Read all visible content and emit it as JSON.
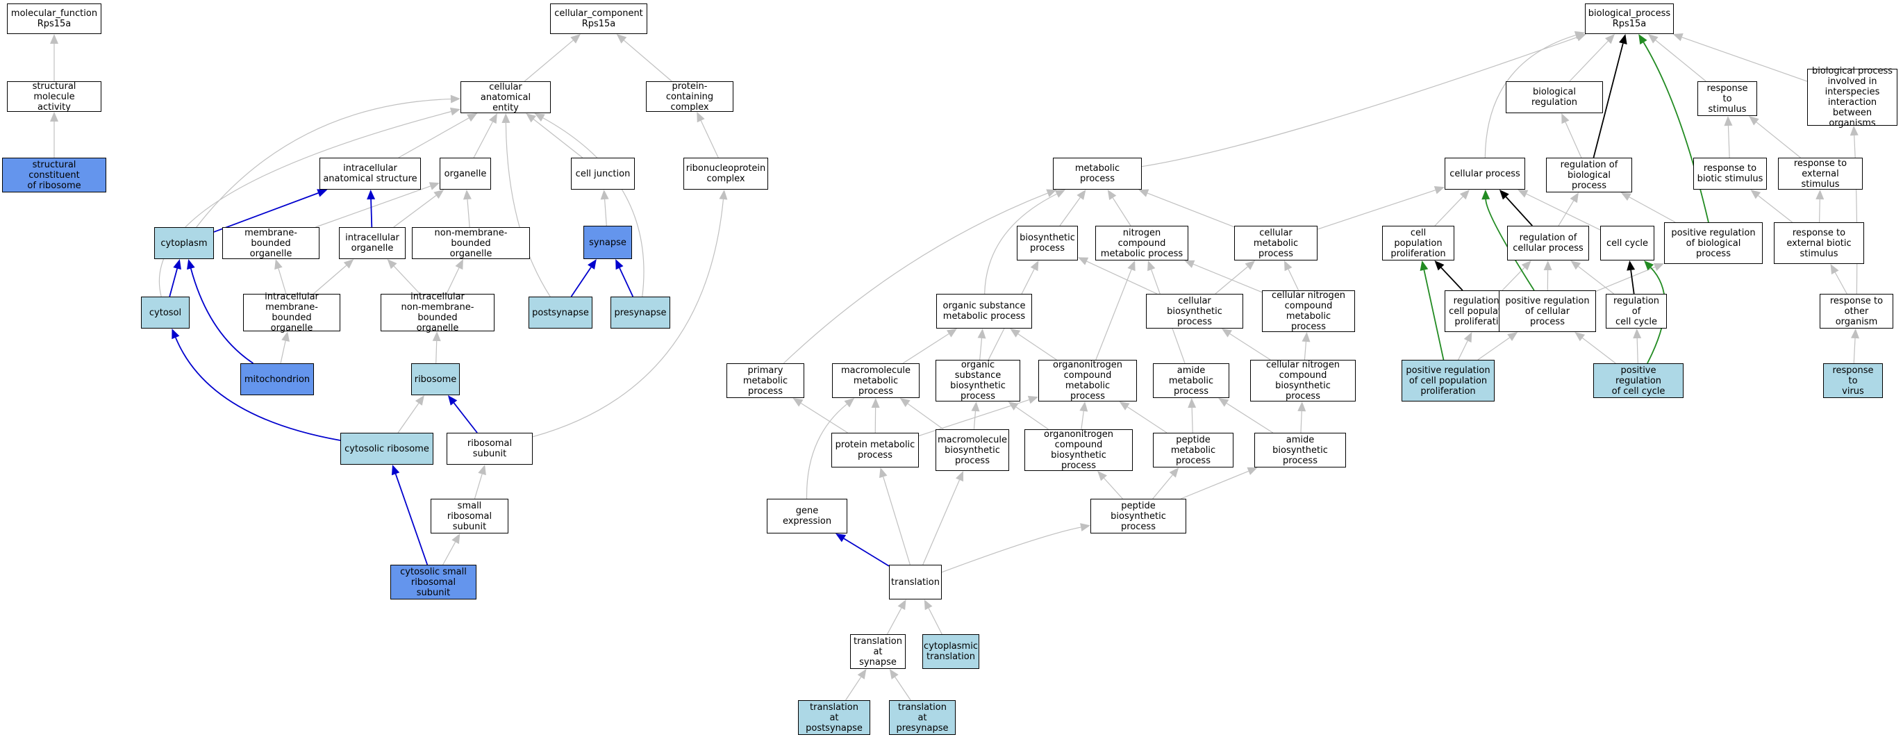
{
  "colors": {
    "default_fill": "#ffffff",
    "light_fill": "#add8e6",
    "dark_fill": "#6495ed",
    "edge_gray": "#c0c0c0",
    "edge_blue": "#0000cd",
    "edge_black": "#000000",
    "edge_green": "#228b22"
  },
  "nodes": [
    {
      "id": "mf",
      "label": "molecular_function\nRps15a",
      "fill": "default"
    },
    {
      "id": "sma",
      "label": "structural molecule\nactivity",
      "fill": "default"
    },
    {
      "id": "scr",
      "label": "structural constituent\nof ribosome",
      "fill": "dark"
    },
    {
      "id": "cc",
      "label": "cellular_component\nRps15a",
      "fill": "default"
    },
    {
      "id": "cae",
      "label": "cellular anatomical\nentity",
      "fill": "default"
    },
    {
      "id": "pcc",
      "label": "protein-containing\ncomplex",
      "fill": "default"
    },
    {
      "id": "ias",
      "label": "intracellular\nanatomical structure",
      "fill": "default"
    },
    {
      "id": "org",
      "label": "organelle",
      "fill": "default"
    },
    {
      "id": "cj",
      "label": "cell junction",
      "fill": "default"
    },
    {
      "id": "rnpc",
      "label": "ribonucleoprotein\ncomplex",
      "fill": "default"
    },
    {
      "id": "cyto",
      "label": "cytoplasm",
      "fill": "light"
    },
    {
      "id": "mbo",
      "label": "membrane-bounded\norganelle",
      "fill": "default"
    },
    {
      "id": "io",
      "label": "intracellular\norganelle",
      "fill": "default"
    },
    {
      "id": "nmbo",
      "label": "non-membrane-bounded\norganelle",
      "fill": "default"
    },
    {
      "id": "syn",
      "label": "synapse",
      "fill": "dark"
    },
    {
      "id": "cytosol",
      "label": "cytosol",
      "fill": "light"
    },
    {
      "id": "imbo",
      "label": "intracellular\nmembrane-bounded\norganelle",
      "fill": "default"
    },
    {
      "id": "inmbo",
      "label": "intracellular\nnon-membrane-bounded\norganelle",
      "fill": "default"
    },
    {
      "id": "post",
      "label": "postsynapse",
      "fill": "light"
    },
    {
      "id": "pre",
      "label": "presynapse",
      "fill": "light"
    },
    {
      "id": "mito",
      "label": "mitochondrion",
      "fill": "dark"
    },
    {
      "id": "ribo",
      "label": "ribosome",
      "fill": "light"
    },
    {
      "id": "cribo",
      "label": "cytosolic ribosome",
      "fill": "light"
    },
    {
      "id": "rsu",
      "label": "ribosomal subunit",
      "fill": "default"
    },
    {
      "id": "srsu",
      "label": "small ribosomal\nsubunit",
      "fill": "default"
    },
    {
      "id": "csrsu",
      "label": "cytosolic small\nribosomal subunit",
      "fill": "dark"
    },
    {
      "id": "bp",
      "label": "biological_process\nRps15a",
      "fill": "default"
    },
    {
      "id": "breg",
      "label": "biological regulation",
      "fill": "default"
    },
    {
      "id": "rts",
      "label": "response to\nstimulus",
      "fill": "default"
    },
    {
      "id": "bpii",
      "label": "biological process\ninvolved in\ninterspecies\ninteraction\nbetween organisms",
      "fill": "default"
    },
    {
      "id": "mp",
      "label": "metabolic process",
      "fill": "default"
    },
    {
      "id": "cp",
      "label": "cellular process",
      "fill": "default"
    },
    {
      "id": "robp",
      "label": "regulation of\nbiological process",
      "fill": "default"
    },
    {
      "id": "rtbs",
      "label": "response to\nbiotic stimulus",
      "fill": "default"
    },
    {
      "id": "rtes",
      "label": "response to\nexternal stimulus",
      "fill": "default"
    },
    {
      "id": "bsp",
      "label": "biosynthetic\nprocess",
      "fill": "default"
    },
    {
      "id": "ncmp",
      "label": "nitrogen compound\nmetabolic process",
      "fill": "default"
    },
    {
      "id": "cmp",
      "label": "cellular metabolic\nprocess",
      "fill": "default"
    },
    {
      "id": "cpp",
      "label": "cell population\nproliferation",
      "fill": "default"
    },
    {
      "id": "rocp",
      "label": "regulation of\ncellular process",
      "fill": "default"
    },
    {
      "id": "cc2",
      "label": "cell cycle",
      "fill": "default"
    },
    {
      "id": "prbp",
      "label": "positive regulation\nof biological\nprocess",
      "fill": "default"
    },
    {
      "id": "rtebs",
      "label": "response to\nexternal biotic\nstimulus",
      "fill": "default"
    },
    {
      "id": "osmp",
      "label": "organic substance\nmetabolic process",
      "fill": "default"
    },
    {
      "id": "cbp",
      "label": "cellular biosynthetic\nprocess",
      "fill": "default"
    },
    {
      "id": "cncmp",
      "label": "cellular nitrogen\ncompound metabolic\nprocess",
      "fill": "default"
    },
    {
      "id": "rocpp",
      "label": "regulation of\ncell population\nproliferation",
      "fill": "default"
    },
    {
      "id": "prcp",
      "label": "positive regulation\nof cellular\nprocess",
      "fill": "default"
    },
    {
      "id": "rocc",
      "label": "regulation of\ncell cycle",
      "fill": "default"
    },
    {
      "id": "rtoo",
      "label": "response to\nother organism",
      "fill": "default"
    },
    {
      "id": "pmp",
      "label": "primary metabolic\nprocess",
      "fill": "default"
    },
    {
      "id": "mmp",
      "label": "macromolecule\nmetabolic process",
      "fill": "default"
    },
    {
      "id": "osbp",
      "label": "organic substance\nbiosynthetic\nprocess",
      "fill": "default"
    },
    {
      "id": "oncmp",
      "label": "organonitrogen\ncompound metabolic\nprocess",
      "fill": "default"
    },
    {
      "id": "amp",
      "label": "amide metabolic\nprocess",
      "fill": "default"
    },
    {
      "id": "cncbp",
      "label": "cellular nitrogen\ncompound biosynthetic\nprocess",
      "fill": "default"
    },
    {
      "id": "prcpp",
      "label": "positive regulation\nof cell population\nproliferation",
      "fill": "light"
    },
    {
      "id": "prcc",
      "label": "positive regulation\nof cell cycle",
      "fill": "light"
    },
    {
      "id": "rtv",
      "label": "response to\nvirus",
      "fill": "light"
    },
    {
      "id": "protmp",
      "label": "protein metabolic\nprocess",
      "fill": "default"
    },
    {
      "id": "mbp",
      "label": "macromolecule\nbiosynthetic\nprocess",
      "fill": "default"
    },
    {
      "id": "oncbp",
      "label": "organonitrogen\ncompound biosynthetic\nprocess",
      "fill": "default"
    },
    {
      "id": "pepmp",
      "label": "peptide metabolic\nprocess",
      "fill": "default"
    },
    {
      "id": "abp",
      "label": "amide biosynthetic\nprocess",
      "fill": "default"
    },
    {
      "id": "ge",
      "label": "gene expression",
      "fill": "default"
    },
    {
      "id": "pbp",
      "label": "peptide biosynthetic\nprocess",
      "fill": "default"
    },
    {
      "id": "trans",
      "label": "translation",
      "fill": "default"
    },
    {
      "id": "tas",
      "label": "translation\nat synapse",
      "fill": "default"
    },
    {
      "id": "ctrans",
      "label": "cytoplasmic\ntranslation",
      "fill": "light"
    },
    {
      "id": "tapost",
      "label": "translation\nat postsynapse",
      "fill": "light"
    },
    {
      "id": "tapre",
      "label": "translation\nat presynapse",
      "fill": "light"
    }
  ],
  "edges": [
    {
      "from": "sma",
      "to": "mf",
      "color": "gray"
    },
    {
      "from": "scr",
      "to": "sma",
      "color": "gray"
    },
    {
      "from": "cae",
      "to": "cc",
      "color": "gray"
    },
    {
      "from": "pcc",
      "to": "cc",
      "color": "gray"
    },
    {
      "from": "ias",
      "to": "cae",
      "color": "gray"
    },
    {
      "from": "org",
      "to": "cae",
      "color": "gray"
    },
    {
      "from": "cj",
      "to": "cae",
      "color": "gray"
    },
    {
      "from": "rnpc",
      "to": "pcc",
      "color": "gray"
    },
    {
      "from": "cyto",
      "to": "cae",
      "color": "gray"
    },
    {
      "from": "cyto",
      "to": "ias",
      "color": "blue"
    },
    {
      "from": "mbo",
      "to": "org",
      "color": "gray"
    },
    {
      "from": "io",
      "to": "ias",
      "color": "blue"
    },
    {
      "from": "io",
      "to": "org",
      "color": "gray"
    },
    {
      "from": "nmbo",
      "to": "org",
      "color": "gray"
    },
    {
      "from": "syn",
      "to": "cj",
      "color": "gray"
    },
    {
      "from": "cytosol",
      "to": "cyto",
      "color": "blue"
    },
    {
      "from": "cytosol",
      "to": "cae",
      "color": "gray"
    },
    {
      "from": "imbo",
      "to": "mbo",
      "color": "gray"
    },
    {
      "from": "imbo",
      "to": "io",
      "color": "gray"
    },
    {
      "from": "inmbo",
      "to": "io",
      "color": "gray"
    },
    {
      "from": "inmbo",
      "to": "nmbo",
      "color": "gray"
    },
    {
      "from": "post",
      "to": "syn",
      "color": "blue"
    },
    {
      "from": "post",
      "to": "cae",
      "color": "gray"
    },
    {
      "from": "pre",
      "to": "syn",
      "color": "blue"
    },
    {
      "from": "pre",
      "to": "cae",
      "color": "gray"
    },
    {
      "from": "mito",
      "to": "cyto",
      "color": "blue"
    },
    {
      "from": "mito",
      "to": "imbo",
      "color": "gray"
    },
    {
      "from": "ribo",
      "to": "inmbo",
      "color": "gray"
    },
    {
      "from": "cribo",
      "to": "cytosol",
      "color": "blue"
    },
    {
      "from": "cribo",
      "to": "ribo",
      "color": "gray"
    },
    {
      "from": "rsu",
      "to": "ribo",
      "color": "blue"
    },
    {
      "from": "rsu",
      "to": "rnpc",
      "color": "gray"
    },
    {
      "from": "srsu",
      "to": "rsu",
      "color": "gray"
    },
    {
      "from": "csrsu",
      "to": "cribo",
      "color": "blue"
    },
    {
      "from": "csrsu",
      "to": "srsu",
      "color": "gray"
    },
    {
      "from": "breg",
      "to": "bp",
      "color": "gray"
    },
    {
      "from": "rts",
      "to": "bp",
      "color": "gray"
    },
    {
      "from": "bpii",
      "to": "bp",
      "color": "gray"
    },
    {
      "from": "mp",
      "to": "bp",
      "color": "gray"
    },
    {
      "from": "cp",
      "to": "bp",
      "color": "gray"
    },
    {
      "from": "robp",
      "to": "bp",
      "color": "black"
    },
    {
      "from": "robp",
      "to": "breg",
      "color": "gray"
    },
    {
      "from": "rtbs",
      "to": "rts",
      "color": "gray"
    },
    {
      "from": "rtes",
      "to": "rts",
      "color": "gray"
    },
    {
      "from": "bsp",
      "to": "mp",
      "color": "gray"
    },
    {
      "from": "ncmp",
      "to": "mp",
      "color": "gray"
    },
    {
      "from": "cmp",
      "to": "mp",
      "color": "gray"
    },
    {
      "from": "cmp",
      "to": "cp",
      "color": "gray"
    },
    {
      "from": "cpp",
      "to": "cp",
      "color": "gray"
    },
    {
      "from": "rocp",
      "to": "cp",
      "color": "black"
    },
    {
      "from": "rocp",
      "to": "robp",
      "color": "gray"
    },
    {
      "from": "cc2",
      "to": "cp",
      "color": "gray"
    },
    {
      "from": "prbp",
      "to": "bp",
      "color": "green"
    },
    {
      "from": "prbp",
      "to": "robp",
      "color": "gray"
    },
    {
      "from": "rtebs",
      "to": "rtbs",
      "color": "gray"
    },
    {
      "from": "rtebs",
      "to": "rtes",
      "color": "gray"
    },
    {
      "from": "osmp",
      "to": "mp",
      "color": "gray"
    },
    {
      "from": "cbp",
      "to": "bsp",
      "color": "gray"
    },
    {
      "from": "cbp",
      "to": "cmp",
      "color": "gray"
    },
    {
      "from": "cncmp",
      "to": "ncmp",
      "color": "gray"
    },
    {
      "from": "cncmp",
      "to": "cmp",
      "color": "gray"
    },
    {
      "from": "rocpp",
      "to": "cpp",
      "color": "black"
    },
    {
      "from": "rocpp",
      "to": "rocp",
      "color": "gray"
    },
    {
      "from": "prcp",
      "to": "cp",
      "color": "green"
    },
    {
      "from": "prcp",
      "to": "rocp",
      "color": "gray"
    },
    {
      "from": "prcp",
      "to": "prbp",
      "color": "gray"
    },
    {
      "from": "rocc",
      "to": "cc2",
      "color": "black"
    },
    {
      "from": "rocc",
      "to": "rocp",
      "color": "gray"
    },
    {
      "from": "rtoo",
      "to": "rtebs",
      "color": "gray"
    },
    {
      "from": "rtoo",
      "to": "bpii",
      "color": "gray"
    },
    {
      "from": "pmp",
      "to": "mp",
      "color": "gray"
    },
    {
      "from": "mmp",
      "to": "osmp",
      "color": "gray"
    },
    {
      "from": "osbp",
      "to": "osmp",
      "color": "gray"
    },
    {
      "from": "osbp",
      "to": "bsp",
      "color": "gray"
    },
    {
      "from": "oncmp",
      "to": "osmp",
      "color": "gray"
    },
    {
      "from": "oncmp",
      "to": "ncmp",
      "color": "gray"
    },
    {
      "from": "amp",
      "to": "ncmp",
      "color": "gray"
    },
    {
      "from": "cncbp",
      "to": "cncmp",
      "color": "gray"
    },
    {
      "from": "cncbp",
      "to": "cbp",
      "color": "gray"
    },
    {
      "from": "prcpp",
      "to": "cpp",
      "color": "green"
    },
    {
      "from": "prcpp",
      "to": "rocpp",
      "color": "gray"
    },
    {
      "from": "prcpp",
      "to": "prcp",
      "color": "gray"
    },
    {
      "from": "prcc",
      "to": "cc2",
      "color": "green"
    },
    {
      "from": "prcc",
      "to": "rocc",
      "color": "gray"
    },
    {
      "from": "prcc",
      "to": "prcp",
      "color": "gray"
    },
    {
      "from": "rtv",
      "to": "rtoo",
      "color": "gray"
    },
    {
      "from": "protmp",
      "to": "pmp",
      "color": "gray"
    },
    {
      "from": "protmp",
      "to": "mmp",
      "color": "gray"
    },
    {
      "from": "protmp",
      "to": "oncmp",
      "color": "gray"
    },
    {
      "from": "mbp",
      "to": "mmp",
      "color": "gray"
    },
    {
      "from": "mbp",
      "to": "osbp",
      "color": "gray"
    },
    {
      "from": "oncbp",
      "to": "oncmp",
      "color": "gray"
    },
    {
      "from": "oncbp",
      "to": "osbp",
      "color": "gray"
    },
    {
      "from": "pepmp",
      "to": "oncmp",
      "color": "gray"
    },
    {
      "from": "pepmp",
      "to": "amp",
      "color": "gray"
    },
    {
      "from": "abp",
      "to": "amp",
      "color": "gray"
    },
    {
      "from": "abp",
      "to": "cncbp",
      "color": "gray"
    },
    {
      "from": "ge",
      "to": "mmp",
      "color": "gray"
    },
    {
      "from": "pbp",
      "to": "oncbp",
      "color": "gray"
    },
    {
      "from": "pbp",
      "to": "pepmp",
      "color": "gray"
    },
    {
      "from": "pbp",
      "to": "abp",
      "color": "gray"
    },
    {
      "from": "trans",
      "to": "ge",
      "color": "blue"
    },
    {
      "from": "trans",
      "to": "protmp",
      "color": "gray"
    },
    {
      "from": "trans",
      "to": "mbp",
      "color": "gray"
    },
    {
      "from": "trans",
      "to": "pbp",
      "color": "gray"
    },
    {
      "from": "tas",
      "to": "trans",
      "color": "gray"
    },
    {
      "from": "ctrans",
      "to": "trans",
      "color": "gray"
    },
    {
      "from": "tapost",
      "to": "tas",
      "color": "gray"
    },
    {
      "from": "tapre",
      "to": "tas",
      "color": "gray"
    }
  ]
}
